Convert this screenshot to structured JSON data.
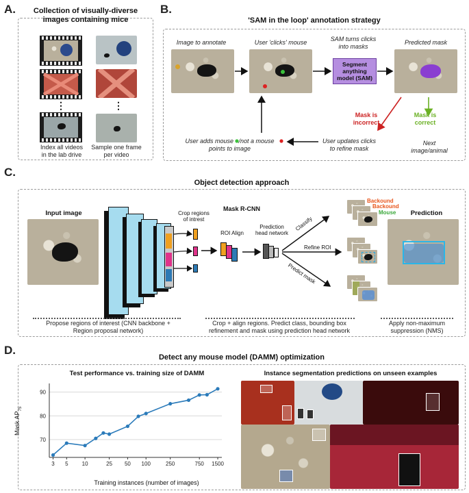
{
  "panel_a": {
    "letter": "A.",
    "title_line1": "Collection of visually-diverse",
    "title_line2": "images containing mice",
    "caption_left_1": "Index all videos",
    "caption_left_2": "in the lab drive",
    "caption_right_1": "Sample one frame",
    "caption_right_2": "per video",
    "ellipsis": "⋮"
  },
  "panel_b": {
    "letter": "B.",
    "title": "'SAM in the loop' annotation strategy",
    "step1": "Image to annotate",
    "step2": "User 'clicks' mouse",
    "step3_1": "SAM turns clicks",
    "step3_2": "into masks",
    "step4": "Predicted mask",
    "sam_box_1": "Segment",
    "sam_box_2": "anything",
    "sam_box_3": "model (SAM)",
    "incorrect_1": "Mask is",
    "incorrect_2": "incorrect",
    "correct_1": "Mask is",
    "correct_2": "correct",
    "next_1": "Next",
    "next_2": "image/animal",
    "update_1": "User updates clicks",
    "update_2": "to refine mask",
    "adds_1a": "User adds mouse",
    "adds_1b": "/not a mouse",
    "adds_2": "points to image",
    "colors": {
      "incorrect": "#cc2222",
      "correct": "#6ab023",
      "purple": "#b58ee0"
    }
  },
  "panel_c": {
    "letter": "C.",
    "title": "Object detection approach",
    "input_label": "Input image",
    "mask_rcnn": "Mask R-CNN",
    "crop_1": "Crop regions",
    "crop_2": "of intrest",
    "roi_align": "ROI Align",
    "pred_head_1": "Prediction",
    "pred_head_2": "head network",
    "classify": "Classify",
    "refine": "Refine ROI",
    "predict_mask": "Predict mask",
    "cls_1": "Backound",
    "cls_2": "Backound",
    "cls_3": "Mouse",
    "prediction_label": "Prediction",
    "foot_1a": "Propose regions of interest (CNN backbone +",
    "foot_1b": "Region proposal network)",
    "foot_2a": "Crop + align regions. Predict class, bounding box",
    "foot_2b": "refinement and mask using prediction head network",
    "foot_3a": "Apply non-maximum",
    "foot_3b": "suppression (NMS)"
  },
  "panel_d": {
    "letter": "D.",
    "title": "Detect any mouse model (DAMM) optimization",
    "right_title": "Instance segmentation predictions on unseen examples"
  },
  "chart_data": {
    "type": "line",
    "title": "Test performance vs. training size of DAMM",
    "xlabel": "Training instances (number of images)",
    "ylabel": "Mask AP",
    "ylabel_sub": "75",
    "x_scale": "log",
    "xticks": [
      "3",
      "5",
      "10",
      "25",
      "50",
      "100",
      "250",
      "750",
      "1500"
    ],
    "xtick_values": [
      3,
      5,
      10,
      25,
      50,
      100,
      250,
      750,
      1500
    ],
    "yticks": [
      "70",
      "80",
      "90"
    ],
    "ylim": [
      62.5,
      92.5
    ],
    "grid": "horizontal",
    "color": "#2b7bba",
    "series": [
      {
        "x": [
          3,
          5,
          10,
          15,
          20,
          25,
          50,
          75,
          100,
          250,
          500,
          750,
          1000,
          1500
        ],
        "y": [
          63.5,
          68.5,
          67.5,
          70.5,
          72.8,
          72.3,
          75.6,
          79.8,
          81.0,
          85.1,
          86.6,
          88.8,
          88.9,
          91.4
        ]
      }
    ]
  }
}
